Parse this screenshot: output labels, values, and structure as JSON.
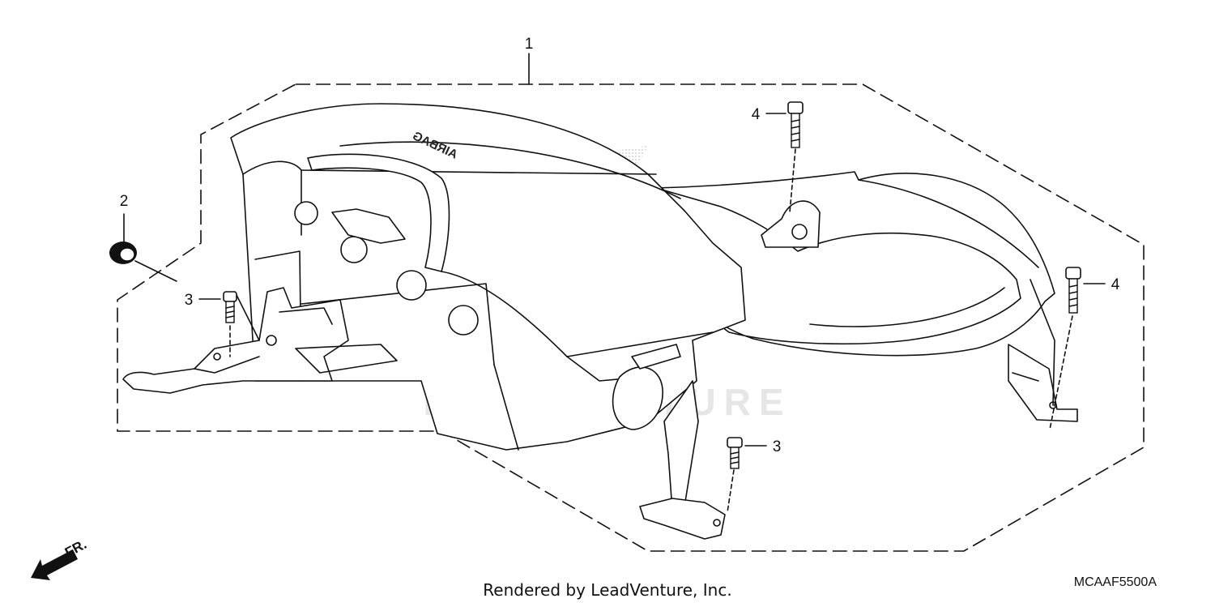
{
  "callouts": {
    "c1": "1",
    "c2": "2",
    "c3a": "3",
    "c3b": "3",
    "c4a": "4",
    "c4b": "4"
  },
  "airbag_label": "AIRBAG",
  "watermark": "LEADVENTURE",
  "front_label": "FR.",
  "footer_text": "Rendered by LeadVenture, Inc.",
  "diagram_code": "MCAAF5500A"
}
